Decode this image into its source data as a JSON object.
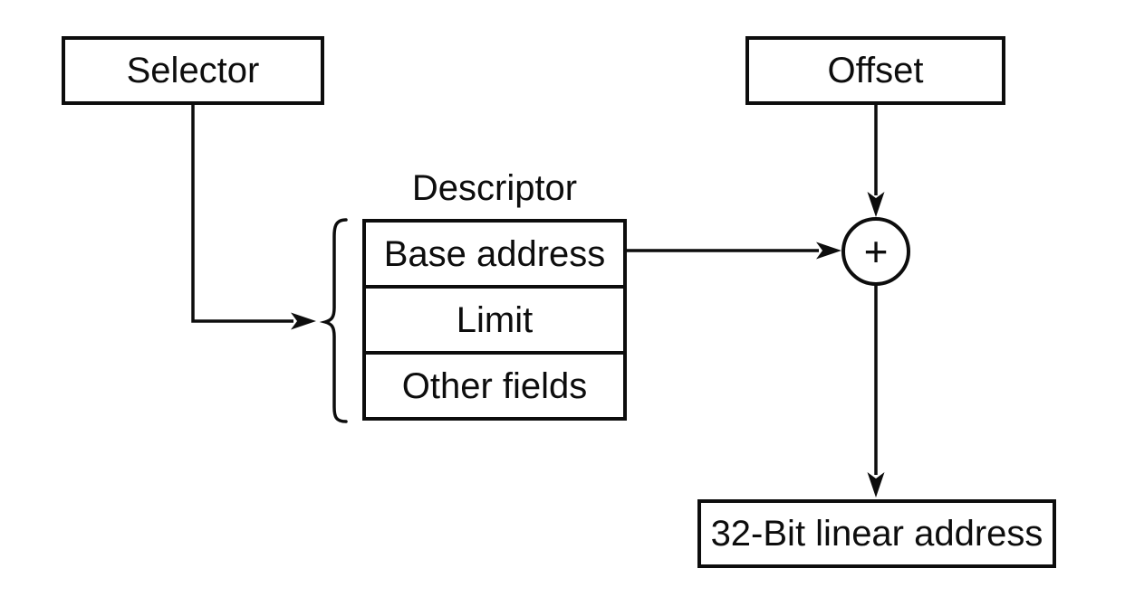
{
  "diagram": {
    "description": "Segmented address translation diagram",
    "colors": {
      "stroke": "#0d0d0d",
      "background": "#ffffff",
      "text": "#0d0d0d"
    },
    "nodes": {
      "selector": {
        "label": "Selector"
      },
      "offset": {
        "label": "Offset"
      },
      "descriptor": {
        "title": "Descriptor",
        "rows": [
          {
            "label": "Base address"
          },
          {
            "label": "Limit"
          },
          {
            "label": "Other fields"
          }
        ]
      },
      "adder": {
        "symbol": "+"
      },
      "result": {
        "label": "32-Bit linear address"
      }
    },
    "edges": [
      {
        "from": "selector",
        "to": "descriptor",
        "style": "elbow-arrow"
      },
      {
        "from": "descriptor.base-address",
        "to": "adder",
        "style": "arrow"
      },
      {
        "from": "offset",
        "to": "adder",
        "style": "arrow"
      },
      {
        "from": "adder",
        "to": "result",
        "style": "arrow"
      }
    ]
  }
}
